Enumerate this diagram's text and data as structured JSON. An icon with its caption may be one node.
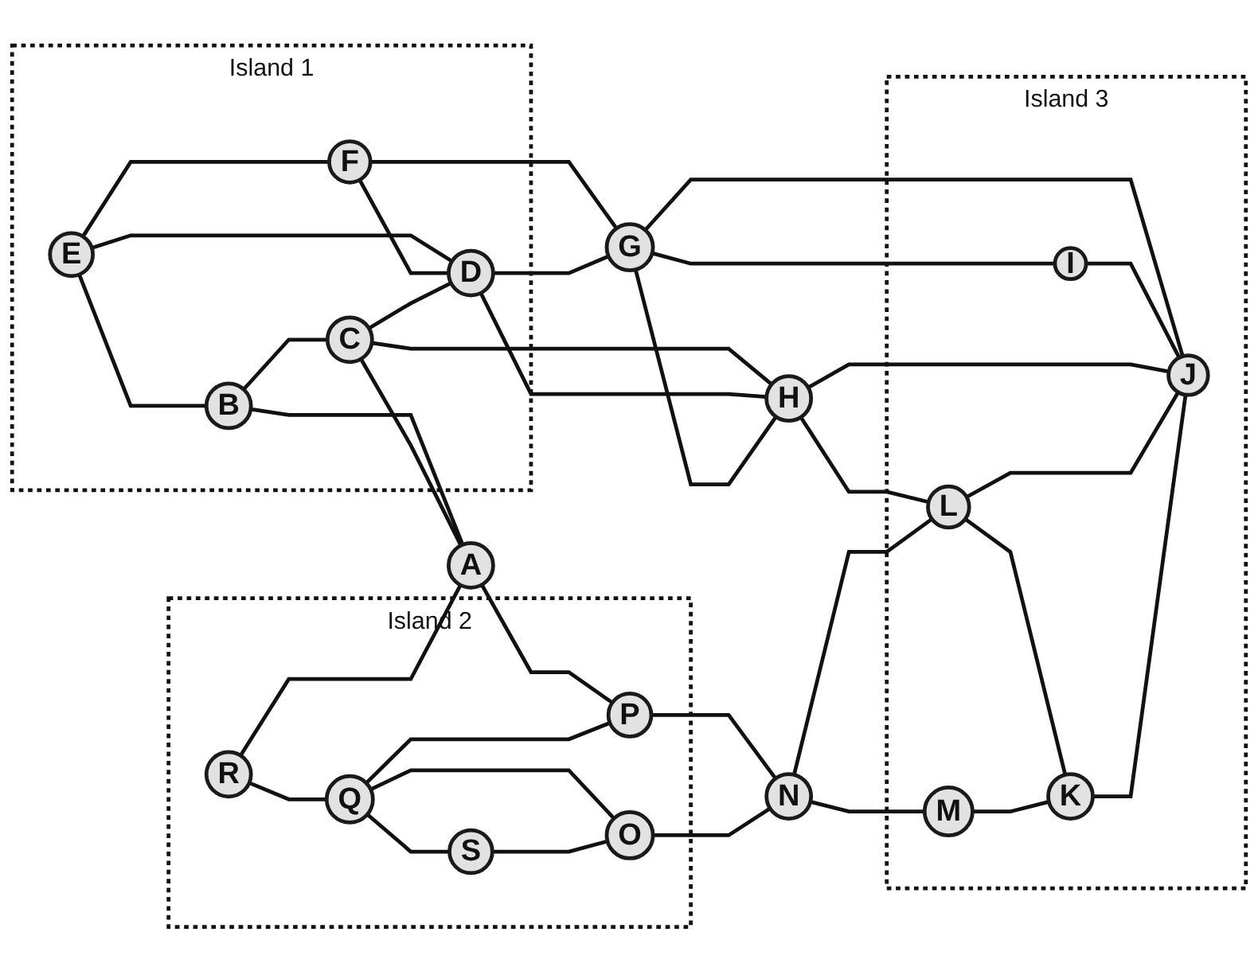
{
  "diagram": {
    "nodes": [
      {
        "text": [
          "Island 1"
        ]
      },
      {
        "text": [
          "E"
        ],
        "in": 0
      },
      {
        "text": [
          "B"
        ],
        "in": 0
      },
      {
        "text": [
          "F"
        ],
        "in": 0
      },
      {
        "text": [
          "C"
        ],
        "in": 0
      },
      {
        "text": [
          "D"
        ],
        "in": 0
      },
      {
        "text": [
          "Island 2"
        ]
      },
      {
        "text": [
          "R"
        ],
        "in": 6
      },
      {
        "text": [
          "A"
        ]
      },
      {
        "text": [
          "G"
        ]
      },
      {
        "text": [
          "H"
        ]
      },
      {
        "text": [
          "Q"
        ],
        "in": 6
      },
      {
        "text": [
          "Island 3"
        ]
      },
      {
        "text": [
          "I"
        ],
        "in": 12
      },
      {
        "text": [
          "S"
        ],
        "in": 6
      },
      {
        "text": [
          "P"
        ],
        "in": 6
      },
      {
        "text": [
          "L"
        ],
        "in": 12
      },
      {
        "text": [
          "N"
        ]
      },
      {
        "text": [
          "J"
        ],
        "in": 12
      },
      {
        "text": [
          "O"
        ],
        "in": 6
      },
      {
        "text": [
          "M"
        ],
        "in": 12
      },
      {
        "text": [
          "K"
        ],
        "in": 12
      }
    ],
    "edges": [
      {
        "from": 1,
        "to": 2,
        "arrow": "none"
      },
      {
        "from": 1,
        "to": 3,
        "arrow": "none"
      },
      {
        "from": 1,
        "to": 5,
        "arrow": "none"
      },
      {
        "from": 3,
        "to": 5,
        "arrow": "none"
      },
      {
        "from": 3,
        "to": 9,
        "arrow": "none"
      },
      {
        "from": 2,
        "to": 4,
        "arrow": "none"
      },
      {
        "from": 2,
        "to": 8,
        "arrow": "none"
      },
      {
        "from": 4,
        "to": 8,
        "arrow": "none"
      },
      {
        "from": 4,
        "to": 5,
        "arrow": "none"
      },
      {
        "from": 4,
        "to": 10,
        "arrow": "none"
      },
      {
        "from": 5,
        "to": 10,
        "arrow": "none"
      },
      {
        "from": 5,
        "to": 9,
        "arrow": "none"
      },
      {
        "from": 9,
        "to": 10,
        "arrow": "none"
      },
      {
        "from": 9,
        "to": 13,
        "arrow": "none"
      },
      {
        "from": 9,
        "to": 18,
        "arrow": "none"
      },
      {
        "from": 13,
        "to": 18,
        "arrow": "none"
      },
      {
        "from": 10,
        "to": 18,
        "arrow": "none"
      },
      {
        "from": 10,
        "to": 16,
        "arrow": "none"
      },
      {
        "from": 7,
        "to": 8,
        "arrow": "none"
      },
      {
        "from": 8,
        "to": 15,
        "arrow": "none"
      },
      {
        "from": 7,
        "to": 11,
        "arrow": "none"
      },
      {
        "from": 11,
        "to": 14,
        "arrow": "none"
      },
      {
        "from": 11,
        "to": 15,
        "arrow": "none"
      },
      {
        "from": 11,
        "to": 19,
        "arrow": "none"
      },
      {
        "from": 14,
        "to": 19,
        "arrow": "none"
      },
      {
        "from": 15,
        "to": 17,
        "arrow": "none"
      },
      {
        "from": 19,
        "to": 17,
        "arrow": "none"
      },
      {
        "from": 17,
        "to": 16,
        "arrow": "none"
      },
      {
        "from": 17,
        "to": 20,
        "arrow": "none"
      },
      {
        "from": 16,
        "to": 18,
        "arrow": "none"
      },
      {
        "from": 16,
        "to": 21,
        "arrow": "none"
      },
      {
        "from": 20,
        "to": 21,
        "arrow": "none"
      },
      {
        "from": 21,
        "to": 18,
        "arrow": "none"
      }
    ]
  }
}
